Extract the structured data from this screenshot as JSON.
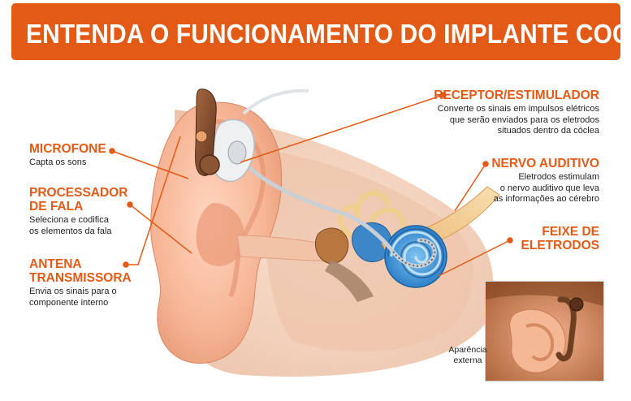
{
  "title": "ENTENDA O FUNCIONAMENTO DO IMPLANTE COCLEAR",
  "colors": {
    "accent": "#e35a16",
    "skin": "#f2a884",
    "cochlea": "#2f8fd8",
    "nerve": "#f0c98a"
  },
  "labels": {
    "microfone": {
      "heading": "MICROFONE",
      "description": "Capta os sons"
    },
    "processador": {
      "heading_line1": "PROCESSADOR",
      "heading_line2": "DE FALA",
      "description_line1": "Seleciona e codifica",
      "description_line2": "os elementos da fala"
    },
    "antena": {
      "heading_line1": "ANTENA",
      "heading_line2": "TRANSMISSORA",
      "description_line1": "Envia os sinais para o",
      "description_line2": "componente interno"
    },
    "receptor": {
      "heading": "RECEPTOR/ESTIMULADOR",
      "description_line1": "Converte os sinais em impulsos elétricos",
      "description_line2": "que serão enviados para os eletrodos",
      "description_line3": "situados dentro da cóclea"
    },
    "nervo": {
      "heading": "NERVO AUDITIVO",
      "description_line1": "Eletrodos estimulam",
      "description_line2": "o nervo auditivo que leva",
      "description_line3": "as informações ao cérebro"
    },
    "feixe": {
      "heading_line1": "FEIXE DE",
      "heading_line2": "ELETRODOS"
    }
  },
  "photo": {
    "caption_line1": "Aparência",
    "caption_line2": "externa"
  }
}
